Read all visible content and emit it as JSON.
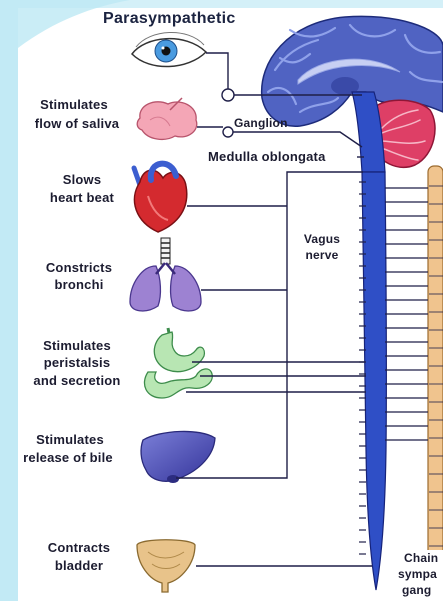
{
  "title": "Parasympathetic",
  "labels": {
    "saliva": [
      "Stimulates",
      "flow of saliva"
    ],
    "ganglion": "Ganglion",
    "medulla": "Medulla oblongata",
    "heart": [
      "Slows",
      "heart beat"
    ],
    "vagus": [
      "Vagus",
      "nerve"
    ],
    "bronchi": [
      "Constricts",
      "bronchi"
    ],
    "peristalsis": [
      "Stimulates",
      "peristalsis",
      "and secretion"
    ],
    "bile": [
      "Stimulates",
      "release of bile"
    ],
    "bladder": [
      "Contracts",
      "bladder"
    ],
    "chain": [
      "Chain",
      "sympa",
      "gang"
    ]
  },
  "colors": {
    "brain": "#5063c2",
    "cerebellum": "#de3f66",
    "spinal_cord": "#2f4fc6",
    "sympathetic_chain": "#f0c48e"
  }
}
